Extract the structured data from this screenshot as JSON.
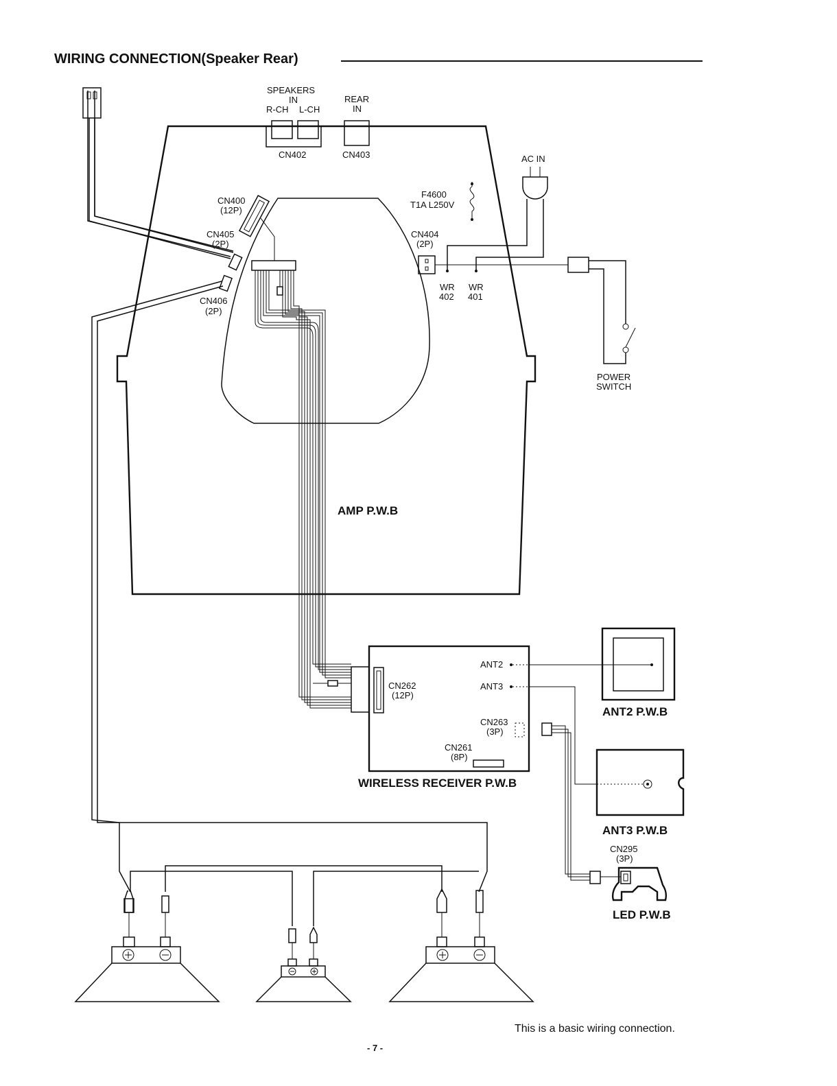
{
  "page": {
    "title": "WIRING  CONNECTION(Speaker Rear)",
    "footnote": "This is a basic wiring connection.",
    "page_number": "- 7 -"
  },
  "boards": {
    "amp": "AMP P.W.B",
    "wireless_receiver": "WIRELESS RECEIVER P.W.B",
    "ant2": "ANT2 P.W.B",
    "ant3": "ANT3 P.W.B",
    "led": "LED P.W.B"
  },
  "labels": {
    "speakers_in_1": "SPEAKERS",
    "speakers_in_2": "IN",
    "rch": "R-CH",
    "lch": "L-CH",
    "rear_in_1": "REAR",
    "rear_in_2": "IN",
    "cn402": "CN402",
    "cn403": "CN403",
    "ac_in": "AC IN",
    "f4600": "F4600",
    "fuse_rating": "T1A L250V",
    "cn400": "CN400",
    "cn400_pins": "(12P)",
    "cn405": "CN405",
    "cn405_pins": "(2P)",
    "cn404": "CN404",
    "cn404_pins": "(2P)",
    "cn406": "CN406",
    "cn406_pins": "(2P)",
    "wr402_a": "WR",
    "wr402_b": "402",
    "wr401_a": "WR",
    "wr401_b": "401",
    "power_switch_1": "POWER",
    "power_switch_2": "SWITCH",
    "ant2": "ANT2",
    "ant3": "ANT3",
    "cn262": "CN262",
    "cn262_pins": "(12P)",
    "cn263": "CN263",
    "cn263_pins": "(3P)",
    "cn261": "CN261",
    "cn261_pins": "(8P)",
    "cn295": "CN295",
    "cn295_pins": "(3P)"
  }
}
